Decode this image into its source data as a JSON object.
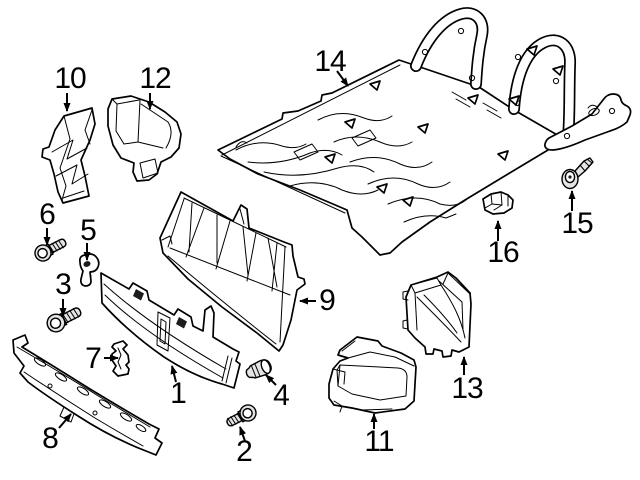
{
  "figure": {
    "type": "exploded-parts-diagram",
    "background_color": "#ffffff",
    "line_color": "#000000",
    "callouts": [
      {
        "number": "1"
      },
      {
        "number": "2"
      },
      {
        "number": "3"
      },
      {
        "number": "4"
      },
      {
        "number": "5"
      },
      {
        "number": "6"
      },
      {
        "number": "7"
      },
      {
        "number": "8"
      },
      {
        "number": "9"
      },
      {
        "number": "10"
      },
      {
        "number": "11"
      },
      {
        "number": "12"
      },
      {
        "number": "13"
      },
      {
        "number": "14"
      },
      {
        "number": "15"
      },
      {
        "number": "16"
      }
    ]
  }
}
